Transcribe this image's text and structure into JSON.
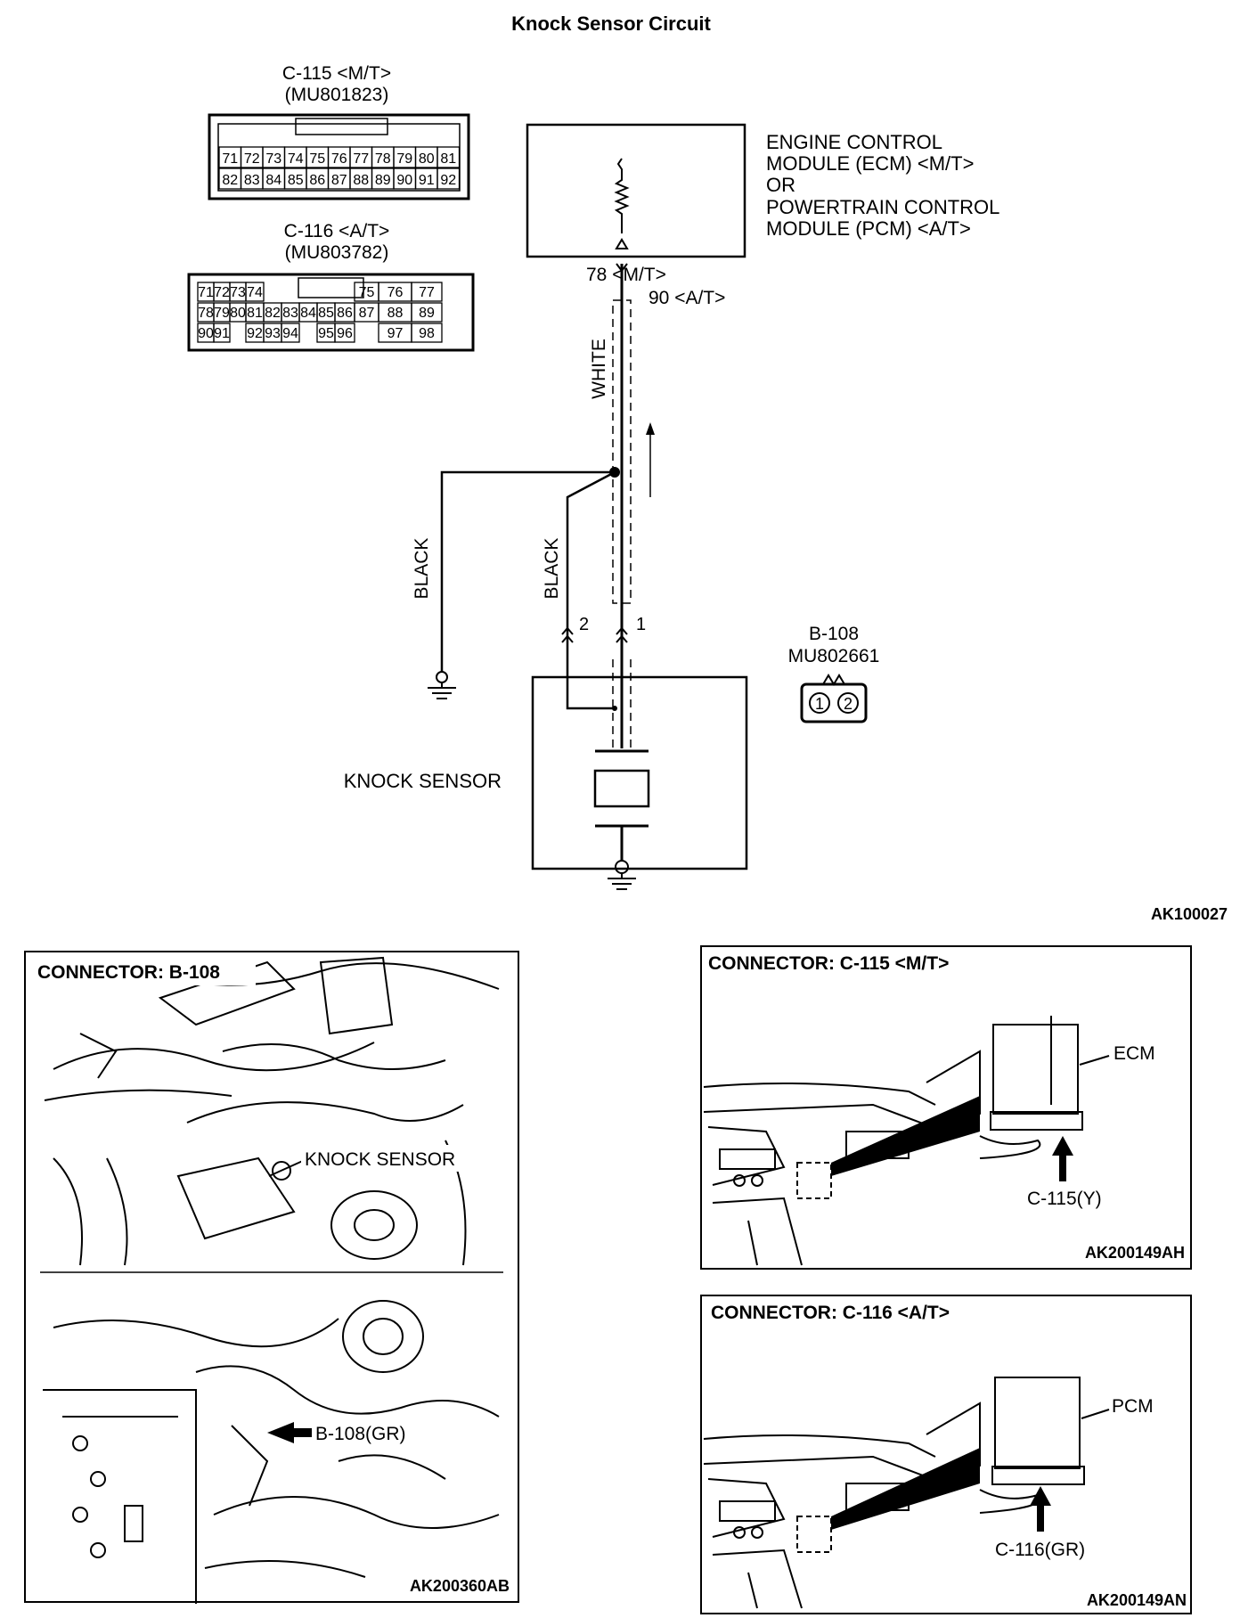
{
  "title": "Knock Sensor Circuit",
  "connector_c115": {
    "name": "C-115 <M/T>",
    "part": "(MU801823)",
    "row1": [
      "71",
      "72",
      "73",
      "74",
      "75",
      "76",
      "77",
      "78",
      "79",
      "80",
      "81"
    ],
    "row2": [
      "82",
      "83",
      "84",
      "85",
      "86",
      "87",
      "88",
      "89",
      "90",
      "91",
      "92"
    ]
  },
  "connector_c116": {
    "name": "C-116 <A/T>",
    "part": "(MU803782)",
    "row1": [
      "71",
      "72",
      "73",
      "74",
      "",
      "",
      "",
      "",
      "75",
      "76",
      "77"
    ],
    "row2": [
      "78",
      "79",
      "80",
      "81",
      "82",
      "83",
      "84",
      "85",
      "86",
      "87",
      "88",
      "89"
    ],
    "row3": [
      "90",
      "91",
      "",
      "92",
      "93",
      "94",
      "",
      "95",
      "96",
      "",
      "97",
      "98"
    ]
  },
  "ecm": {
    "line1": "ENGINE CONTROL",
    "line2": "MODULE (ECM) <M/T>",
    "line3": "OR",
    "line4": "POWERTRAIN CONTROL",
    "line5": "MODULE (PCM) <A/T>"
  },
  "pins": {
    "mt": "78 <M/T>",
    "at": "90 <A/T>",
    "pin1": "1",
    "pin2": "2"
  },
  "wires": {
    "white": "WHITE",
    "black_left": "BLACK",
    "black_right": "BLACK"
  },
  "knock_sensor_label": "KNOCK SENSOR",
  "connector_b108": {
    "name": "B-108",
    "part": "MU802661",
    "pin1": "1",
    "pin2": "2"
  },
  "diagram_id": "AK100027",
  "panel_b108": {
    "title": "CONNECTOR: B-108",
    "callout_sensor": "KNOCK SENSOR",
    "callout_connector": "B-108(GR)",
    "id": "AK200360AB"
  },
  "panel_c115": {
    "title": "CONNECTOR: C-115 <M/T>",
    "module": "ECM",
    "callout": "C-115(Y)",
    "id": "AK200149AH"
  },
  "panel_c116": {
    "title": "CONNECTOR: C-116 <A/T>",
    "module": "PCM",
    "callout": "C-116(GR)",
    "id": "AK200149AN"
  }
}
